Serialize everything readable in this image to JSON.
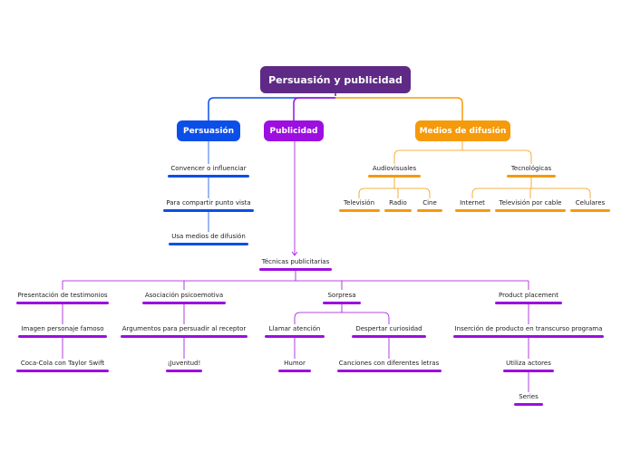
{
  "root": "Persuasión y publicidad",
  "persuasion": {
    "title": "Persuasión",
    "items": [
      "Convencer o influenciar",
      "Para compartir punto vista",
      "Usa medios de difusión"
    ]
  },
  "publicidad": {
    "title": "Publicidad",
    "tecnicas": "Técnicas publicitarias",
    "testimonios": {
      "title": "Presentación de testimonios",
      "a": "Imagen personaje famoso",
      "b": "Coca-Cola con Taylor Swift"
    },
    "asociacion": {
      "title": "Asociación psicoemotiva",
      "a": "Argumentos para persuadir al receptor",
      "b": "¡Juventud!"
    },
    "sorpresa": {
      "title": "Sorpresa",
      "llamar": "Llamar atención",
      "humor": "Humor",
      "despertar": "Despertar curiosidad",
      "canciones": "Canciones con diferentes letras"
    },
    "product": {
      "title": "Product placement",
      "a": "Inserción de producto en transcurso programa",
      "b": "Utiliza actores",
      "c": "Series"
    }
  },
  "medios": {
    "title": "Medios de difusión",
    "audiovisuales": {
      "title": "Audiovisuales",
      "items": [
        "Televisión",
        "Radio",
        "Cine"
      ]
    },
    "tecnologicas": {
      "title": "Tecnológicas",
      "items": [
        "Internet",
        "Televisión por cable",
        "Celulares"
      ]
    }
  },
  "colors": {
    "root": "#5e2a86",
    "persuasion": "#0b4fe8",
    "publicidad": "#9c0fe0",
    "medios": "#f59a0a"
  }
}
